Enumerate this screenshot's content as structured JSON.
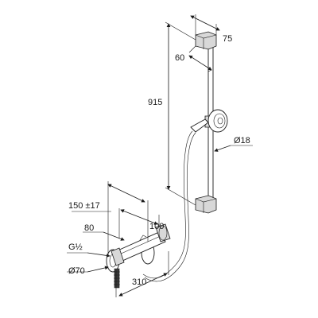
{
  "dimensions": {
    "width_top": "75",
    "bracket_depth": "60",
    "rail_height": "915",
    "rail_diameter": "Ø18",
    "center_distance": "150 ±17",
    "mixer_height": "80",
    "mixer_depth": "100",
    "inlet_thread": "G½",
    "escutcheon_diameter": "Ø70",
    "mixer_width": "310"
  }
}
